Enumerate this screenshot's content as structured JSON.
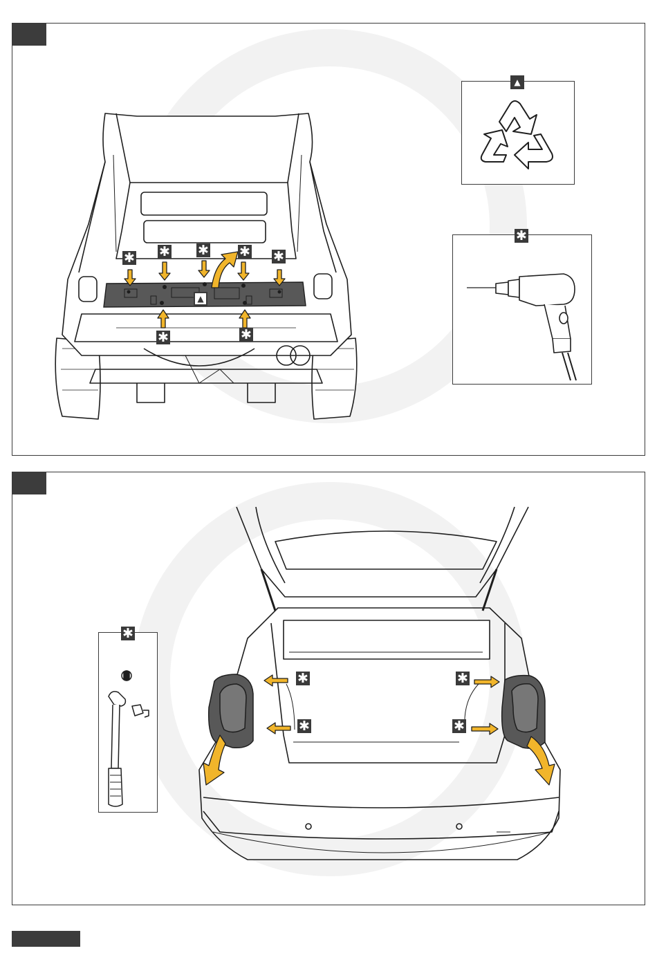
{
  "symbols": {
    "screw_marker": "✱",
    "recycle_marker": "▲"
  },
  "colors": {
    "frame": "#3a3a3a",
    "step_tab": "#3c3c3c",
    "arrow_fill": "#f1b52b",
    "arrow_outline": "#1e1e1e",
    "trim_panel": "#585858",
    "watermark": "#f2f2f2"
  },
  "steps": [
    {
      "illustration": "rear-bumper-removed-view",
      "callouts": [
        "screw",
        "screw",
        "screw",
        "screw",
        "screw",
        "screw",
        "screw",
        "recycle"
      ],
      "insets": [
        {
          "marker": "recycle",
          "content": "recycle-icon"
        },
        {
          "marker": "screw",
          "content": "power-drill"
        }
      ]
    },
    {
      "illustration": "open-tailgate-view",
      "callouts": [
        "screw",
        "screw",
        "screw",
        "screw"
      ],
      "insets": [
        {
          "marker": "screw",
          "content": "torx-socket-wrench"
        }
      ]
    }
  ]
}
